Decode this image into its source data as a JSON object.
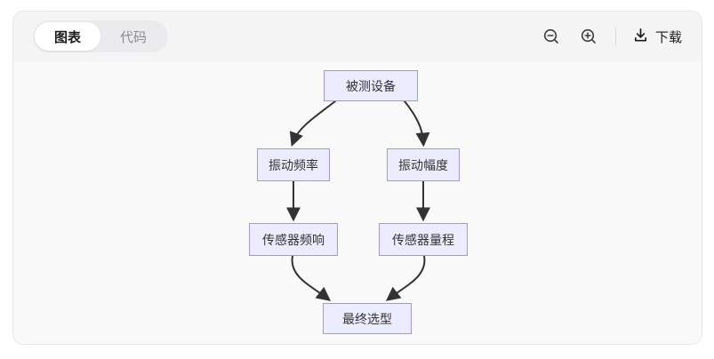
{
  "tabs": [
    {
      "label": "图表",
      "active": true
    },
    {
      "label": "代码",
      "active": false
    }
  ],
  "toolbar": {
    "download_label": "下载"
  },
  "diagram": {
    "type": "flowchart",
    "nodes": [
      {
        "id": "A",
        "label": "被测设备"
      },
      {
        "id": "B",
        "label": "振动频率"
      },
      {
        "id": "C",
        "label": "振动幅度"
      },
      {
        "id": "D",
        "label": "传感器频响"
      },
      {
        "id": "E",
        "label": "传感器量程"
      },
      {
        "id": "F",
        "label": "最终选型"
      }
    ],
    "edges": [
      {
        "from": "A",
        "to": "B"
      },
      {
        "from": "A",
        "to": "C"
      },
      {
        "from": "B",
        "to": "D"
      },
      {
        "from": "C",
        "to": "E"
      },
      {
        "from": "D",
        "to": "F"
      },
      {
        "from": "E",
        "to": "F"
      }
    ],
    "colors": {
      "node_fill": "#ececff",
      "node_border": "#a795d8",
      "edge": "#333333",
      "toolbar_bg": "#f4f4f5",
      "canvas_bg": "#f9f9fa"
    }
  }
}
